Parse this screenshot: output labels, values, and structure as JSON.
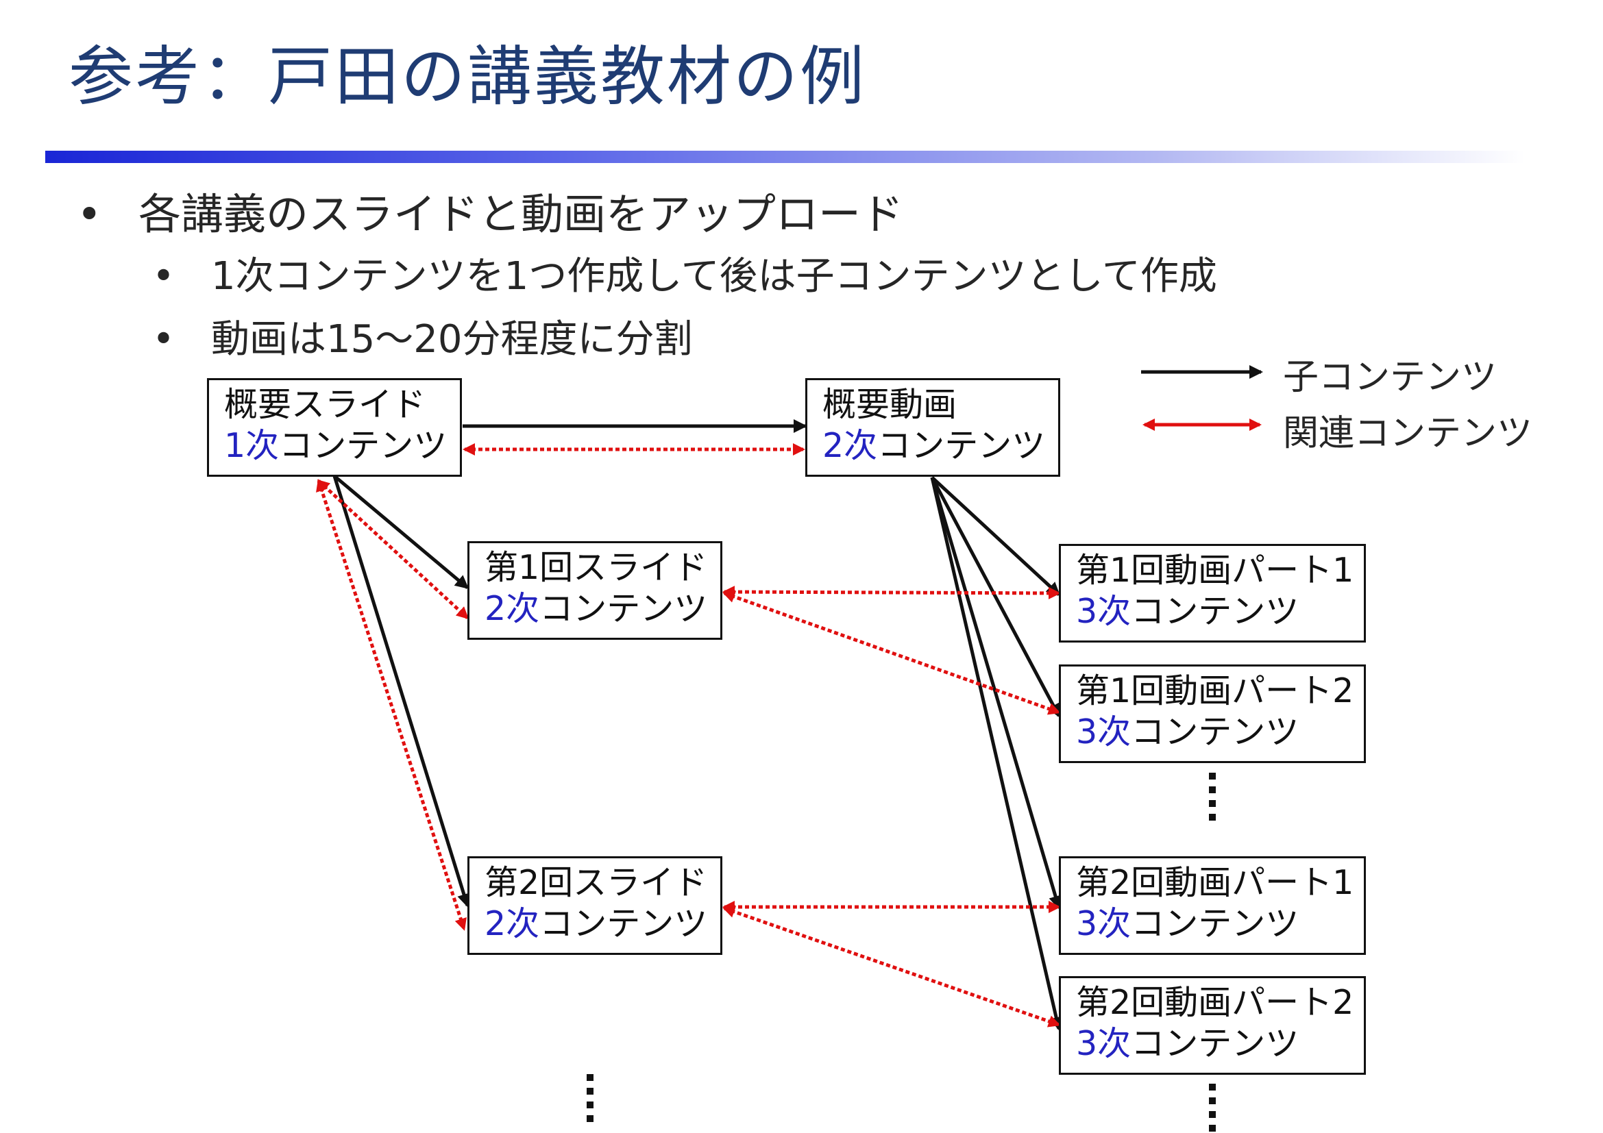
{
  "title": "参考：戸田の講義教材の例",
  "bullets": {
    "main": "各講義のスライドと動画をアップロード",
    "sub": [
      "1次コンテンツを1つ作成して後は子コンテンツとして作成",
      "動画は15〜20分程度に分割"
    ]
  },
  "legend": {
    "child": "子コンテンツ",
    "related": "関連コンテンツ"
  },
  "nodes": {
    "overview_slide": {
      "name": "概要スライド",
      "ord": "1次",
      "suffix": "コンテンツ"
    },
    "overview_video": {
      "name": "概要動画",
      "ord": "2次",
      "suffix": "コンテンツ"
    },
    "slide1": {
      "name": "第1回スライド",
      "ord": "2次",
      "suffix": "コンテンツ"
    },
    "slide2": {
      "name": "第2回スライド",
      "ord": "2次",
      "suffix": "コンテンツ"
    },
    "video1_1": {
      "name": "第1回動画パート1",
      "ord": "3次",
      "suffix": "コンテンツ"
    },
    "video1_2": {
      "name": "第1回動画パート2",
      "ord": "3次",
      "suffix": "コンテンツ"
    },
    "video2_1": {
      "name": "第2回動画パート1",
      "ord": "3次",
      "suffix": "コンテンツ"
    },
    "video2_2": {
      "name": "第2回動画パート2",
      "ord": "3次",
      "suffix": "コンテンツ"
    }
  },
  "edges": {
    "child": [
      [
        "overview_slide",
        "overview_video"
      ],
      [
        "overview_slide",
        "slide1"
      ],
      [
        "overview_slide",
        "slide2"
      ],
      [
        "overview_video",
        "video1_1"
      ],
      [
        "overview_video",
        "video1_2"
      ],
      [
        "overview_video",
        "video2_1"
      ],
      [
        "overview_video",
        "video2_2"
      ]
    ],
    "related": [
      [
        "overview_slide",
        "overview_video"
      ],
      [
        "overview_slide",
        "slide1"
      ],
      [
        "overview_slide",
        "slide2"
      ],
      [
        "slide1",
        "video1_1"
      ],
      [
        "slide1",
        "video1_2"
      ],
      [
        "slide2",
        "video2_1"
      ],
      [
        "slide2",
        "video2_2"
      ]
    ]
  },
  "colors": {
    "title": "#1f3c73",
    "child_edge": "#111111",
    "related_edge": "#e01010",
    "ordinal": "#2323c0"
  },
  "icons": {
    "bullet": "•",
    "continuation": "vertical-ellipsis-icon"
  }
}
